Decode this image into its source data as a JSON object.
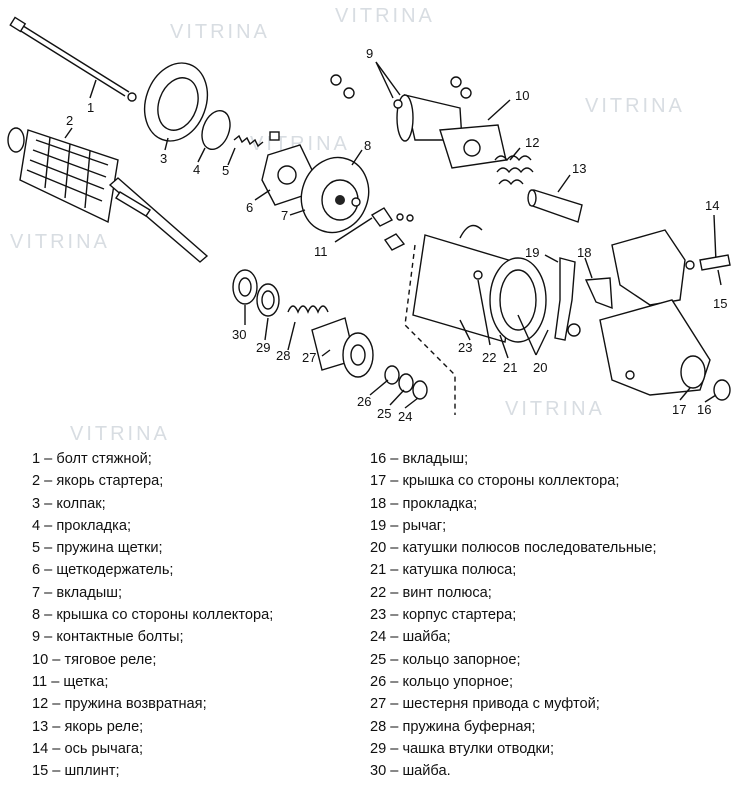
{
  "watermark": "VITRINA",
  "callouts": [
    "1",
    "2",
    "3",
    "4",
    "5",
    "6",
    "7",
    "8",
    "9",
    "10",
    "11",
    "12",
    "13",
    "14",
    "15",
    "16",
    "17",
    "18",
    "19",
    "20",
    "21",
    "22",
    "23",
    "24",
    "25",
    "26",
    "27",
    "28",
    "29",
    "30"
  ],
  "legend": {
    "left": [
      "1 – болт стяжной;",
      "2 – якорь стартера;",
      "3 – колпак;",
      "4 – прокладка;",
      "5 – пружина щетки;",
      "6 – щеткодержатель;",
      "7 – вкладыш;",
      "8 – крышка со стороны коллектора;",
      "9 – контактные болты;",
      "10 – тяговое реле;",
      "11 – щетка;",
      "12 – пружина возвратная;",
      "13 – якорь реле;",
      "14 – ось рычага;",
      "15 – шплинт;"
    ],
    "right": [
      "16 – вкладыш;",
      "17 – крышка со стороны коллектора;",
      "18 – прокладка;",
      "19 – рычаг;",
      "20 – катушки полюсов последовательные;",
      "21 – катушка полюса;",
      "22 – винт полюса;",
      "23 – корпус стартера;",
      "24 – шайба;",
      "25 – кольцо запорное;",
      "26 – кольцо упорное;",
      "27 – шестерня привода с муфтой;",
      "28 – пружина буферная;",
      "29 – чашка втулки отводки;",
      "30 – шайба."
    ]
  }
}
